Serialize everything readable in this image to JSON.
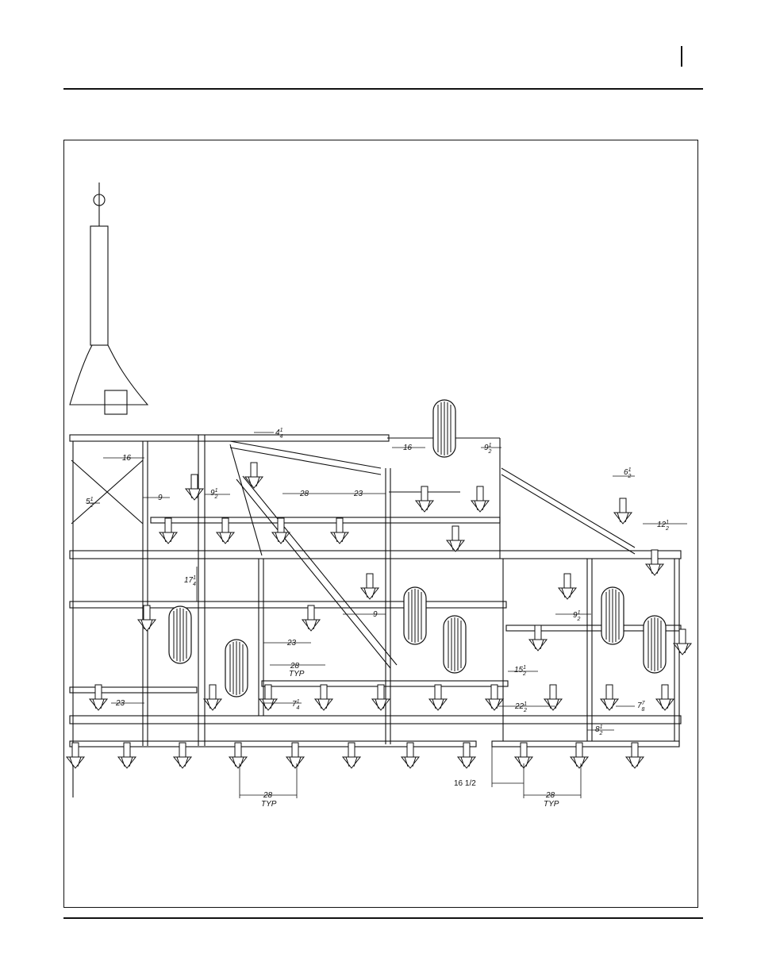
{
  "page": {
    "header_rule": true,
    "footer_rule": true
  },
  "drawing": {
    "dimensions": {
      "d_4_1_4_whole": "4",
      "d_4_1_4_num": "1",
      "d_4_1_4_den": "4",
      "d_16_top": "16",
      "d_9_1_2_top_whole": "9",
      "d_9_1_2_top_num": "1",
      "d_9_1_2_top_den": "2",
      "d_6_1_2_whole": "6",
      "d_6_1_2_num": "1",
      "d_6_1_2_den": "2",
      "d_12_1_2_whole": "12",
      "d_12_1_2_num": "1",
      "d_12_1_2_den": "2",
      "d_16_left": "16",
      "d_5_1_2_whole": "5",
      "d_5_1_2_num": "1",
      "d_5_1_2_den": "2",
      "d_9_left": "9",
      "d_9_1_2_left_whole": "9",
      "d_9_1_2_left_num": "1",
      "d_9_1_2_left_den": "2",
      "d_28_mid": "28",
      "d_23_mid": "23",
      "d_17_1_4_whole": "17",
      "d_17_1_4_num": "1",
      "d_17_1_4_den": "4",
      "d_9_center": "9",
      "d_9_1_2_right_whole": "9",
      "d_9_1_2_right_num": "1",
      "d_9_1_2_right_den": "2",
      "d_23_lower": "23",
      "d_28_typ_mid": "28",
      "typ_mid": "TYP",
      "d_15_1_2_whole": "15",
      "d_15_1_2_num": "1",
      "d_15_1_2_den": "2",
      "d_23_left_low": "23",
      "d_7_1_4_whole": "7",
      "d_7_1_4_num": "1",
      "d_7_1_4_den": "4",
      "d_22_1_2_whole": "22",
      "d_22_1_2_num": "1",
      "d_22_1_2_den": "2",
      "d_7_7_8_whole": "7",
      "d_7_7_8_num": "7",
      "d_7_7_8_den": "8",
      "d_8_1_2_whole": "8",
      "d_8_1_2_num": "1",
      "d_8_1_2_den": "2",
      "d_16_1_2_bottom": "16  1/2",
      "d_28_typ_left": "28",
      "typ_left": "TYP",
      "d_28_typ_right": "28",
      "typ_right": "TYP"
    }
  }
}
